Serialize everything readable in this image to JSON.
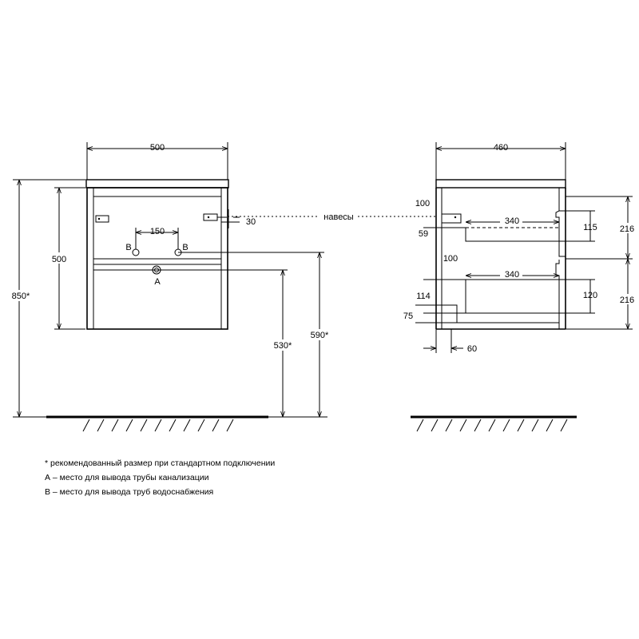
{
  "front_view": {
    "width_label": "500",
    "height_cabinet_label": "500",
    "total_height_label": "850*",
    "pipe_spacing_label": "150",
    "pipe_b_left_label": "B",
    "pipe_b_right_label": "B",
    "drain_label": "A",
    "hinge_offset_label": "30",
    "drain_height_label": "530*",
    "water_height_label": "590*"
  },
  "hinges_label": "навесы",
  "side_view": {
    "depth_label": "460",
    "top_offset_label": "100",
    "drawer_inner_upper_label": "340",
    "drawer_inner_lower_label": "340",
    "gap_59_label": "59",
    "gap_100_label": "100",
    "upper_drawer_height_label": "115",
    "lower_drawer_height_label": "120",
    "upper_front_height_label": "216",
    "lower_front_height_label": "216",
    "lower_114_label": "114",
    "bottom_75_label": "75",
    "back_offset_60_label": "60"
  },
  "notes": [
    "* рекомендованный размер при стандартном подключении",
    "А – место для вывода трубы канализации",
    "В – место для вывода труб водоснабжения"
  ]
}
